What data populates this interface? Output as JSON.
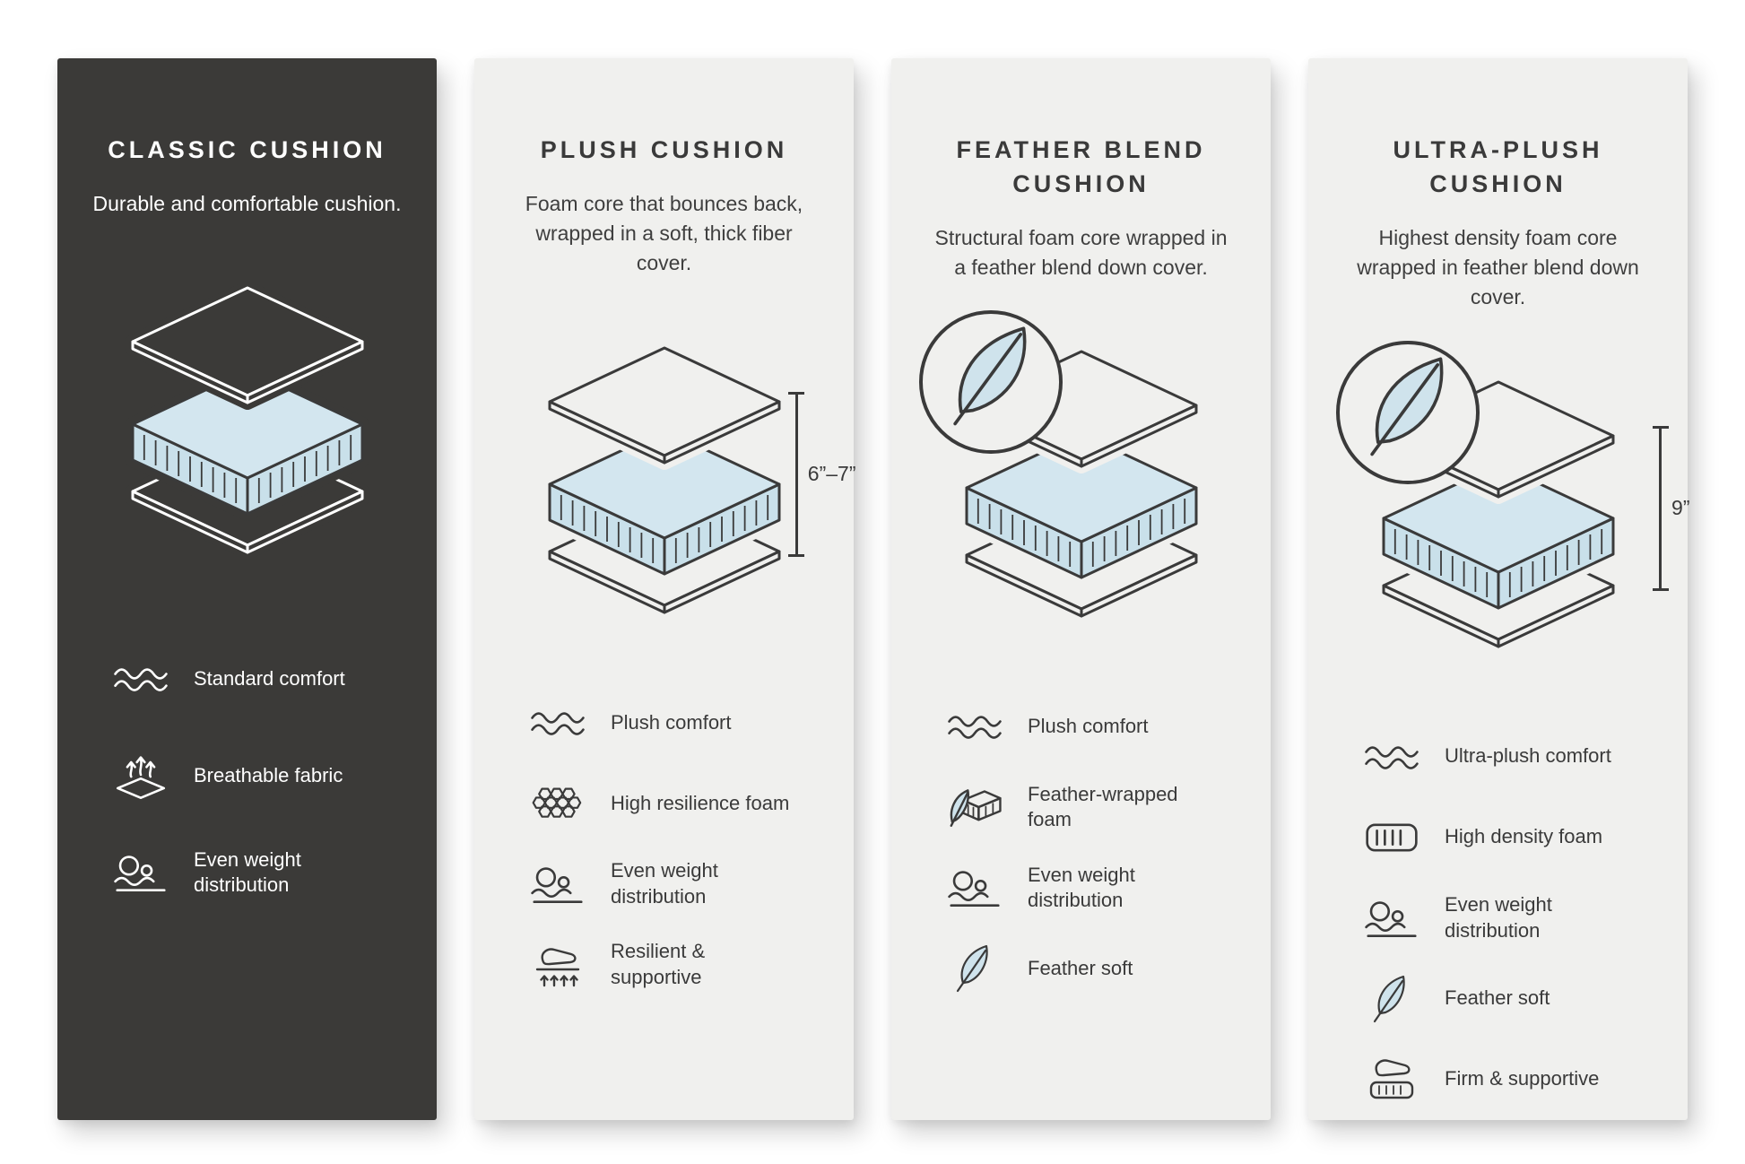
{
  "cards": [
    {
      "title": "CLASSIC CUSHION",
      "description": "Durable and comfortable cushion.",
      "features": [
        {
          "icon": "wave-icon",
          "label": "Standard comfort"
        },
        {
          "icon": "breathable-icon",
          "label": "Breathable fabric"
        },
        {
          "icon": "weight-icon",
          "label": "Even weight distribution"
        }
      ]
    },
    {
      "title": "PLUSH CUSHION",
      "description": "Foam core that bounces back, wrapped in a soft, thick fiber cover.",
      "measurement": "6”–7”",
      "features": [
        {
          "icon": "wave-icon",
          "label": "Plush comfort"
        },
        {
          "icon": "honeycomb-icon",
          "label": "High resilience foam"
        },
        {
          "icon": "weight-icon",
          "label": "Even weight distribution"
        },
        {
          "icon": "press-icon",
          "label": "Resilient & supportive"
        }
      ]
    },
    {
      "title": "FEATHER BLEND CUSHION",
      "description": "Structural foam core wrapped in a feather blend down cover.",
      "features": [
        {
          "icon": "wave-icon",
          "label": "Plush comfort"
        },
        {
          "icon": "feather-foam-icon",
          "label": "Feather-wrapped foam"
        },
        {
          "icon": "weight-icon",
          "label": "Even weight distribution"
        },
        {
          "icon": "feather-icon",
          "label": "Feather soft"
        }
      ]
    },
    {
      "title": "ULTRA-PLUSH CUSHION",
      "description": "Highest density foam core wrapped in feather blend down cover.",
      "measurement": "9”",
      "features": [
        {
          "icon": "wave-icon",
          "label": "Ultra-plush comfort"
        },
        {
          "icon": "density-foam-icon",
          "label": "High density foam"
        },
        {
          "icon": "weight-icon",
          "label": "Even weight distribution"
        },
        {
          "icon": "feather-icon",
          "label": "Feather soft"
        },
        {
          "icon": "firm-icon",
          "label": "Firm & supportive"
        }
      ]
    }
  ],
  "colors": {
    "dark_panel": "#3b3a38",
    "light_panel": "#f0f0ee",
    "foam_blue": "#cfe3ec",
    "ink": "#3a3a3a",
    "white": "#ffffff"
  }
}
